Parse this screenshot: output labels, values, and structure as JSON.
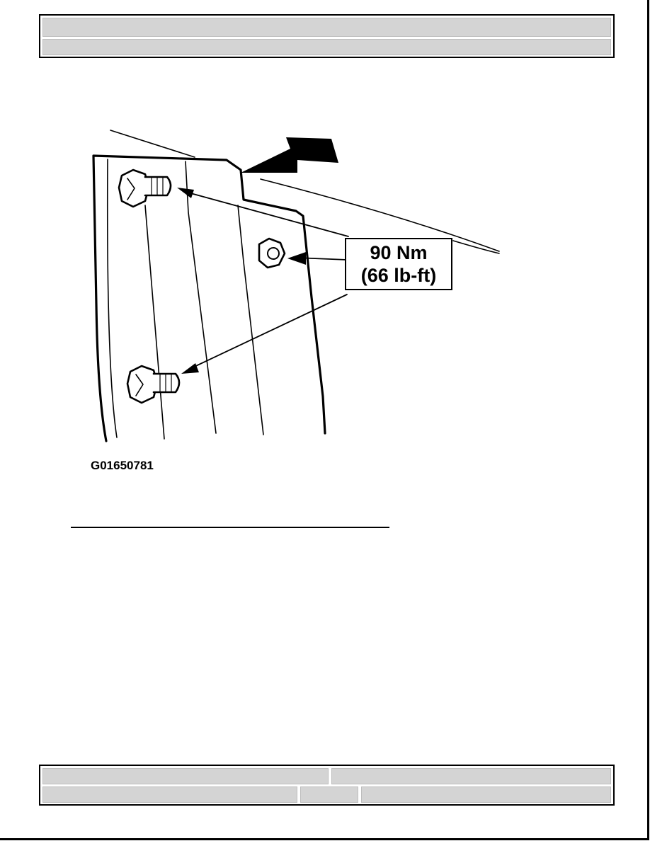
{
  "figure": {
    "torque_value": "90 Nm",
    "torque_imperial": "(66 lb-ft)",
    "figure_id": "G01650781"
  }
}
